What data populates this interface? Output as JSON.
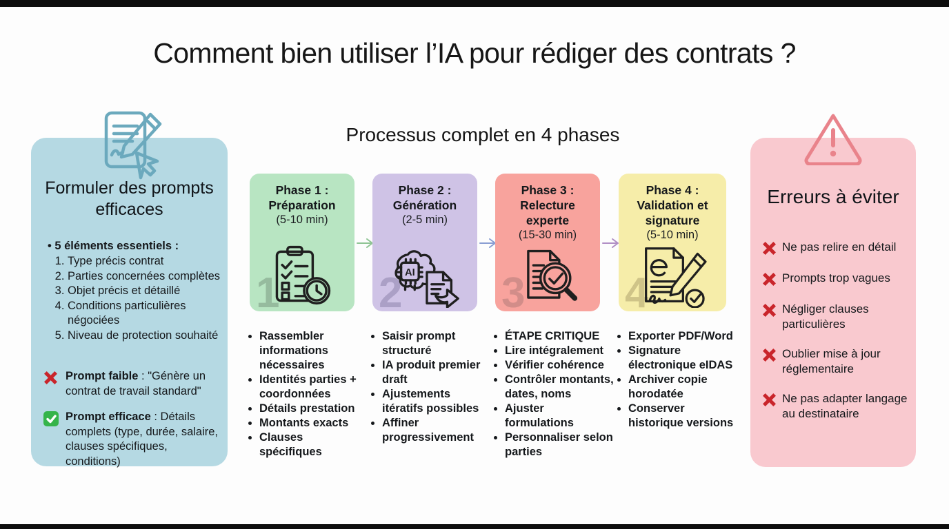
{
  "page": {
    "title": "Comment bien utiliser l’IA pour rédiger des contrats ?"
  },
  "left_panel": {
    "bg": "#b5d9e3",
    "icon": "document-pencil-cursor-icon",
    "icon_color": "#6ba9bd",
    "title": "Formuler des prompts efficaces",
    "essentials_heading": "5 éléments essentiels :",
    "essentials": [
      "Type précis contrat",
      "Parties concernées complètes",
      "Objet précis et détaillé",
      "Conditions particulières négociées",
      "Niveau de protection souhaité"
    ],
    "weak_prompt": {
      "icon": "x-cross-icon",
      "label": "Prompt faible",
      "text": " : \"Génère un contrat de travail standard\""
    },
    "good_prompt": {
      "icon": "check-square-icon",
      "label": "Prompt efficace",
      "text": " : Détails complets (type, durée, salaire, clauses spécifiques, conditions)"
    }
  },
  "process": {
    "heading": "Processus complet en 4 phases",
    "arrow_colors": [
      "#8fc494",
      "#8a9ed2",
      "#b18fc5"
    ],
    "phases": [
      {
        "number": "1",
        "label": "Phase 1 :",
        "name": "Préparation",
        "duration": "(5-10 min)",
        "icon": "clipboard-checklist-clock-icon",
        "bg": "#b8e5c2",
        "number_color": "#96bb9e",
        "bullets": [
          "Rassembler informations nécessaires",
          "Identités parties + coordonnées",
          "Détails prestation",
          "Montants exacts",
          "Clauses spécifiques"
        ]
      },
      {
        "number": "2",
        "label": "Phase 2 :",
        "name": "Génération",
        "duration": "(2-5 min)",
        "icon": "brain-ai-document-icon",
        "bg": "#cfc3e6",
        "number_color": "#aba0c6",
        "bullets": [
          "Saisir prompt structuré",
          "IA produit premier draft",
          "Ajustements itératifs possibles",
          "Affiner progressivement"
        ]
      },
      {
        "number": "3",
        "label": "Phase 3 :",
        "name": "Relecture experte",
        "duration": "(15-30 min)",
        "icon": "document-magnifier-check-icon",
        "bg": "#f8a39d",
        "number_color": "#d28d89",
        "bullets": [
          {
            "text": "ÉTAPE CRITIQUE",
            "bold": true
          },
          "Lire intégralement",
          "Vérifier cohérence",
          "Contrôler montants, dates, noms",
          "Ajuster formulations",
          "Personnaliser selon parties"
        ]
      },
      {
        "number": "4",
        "label": "Phase 4 :",
        "name": "Validation et signature",
        "duration": "(5-10 min)",
        "icon": "document-esignature-pen-icon",
        "bg": "#f6eda9",
        "number_color": "#cfc488",
        "bullets": [
          "Exporter PDF/Word",
          "Signature électronique eIDAS",
          "Archiver copie horodatée",
          "Conserver historique versions"
        ]
      }
    ]
  },
  "right_panel": {
    "bg": "#f9c9cf",
    "icon": "warning-triangle-icon",
    "icon_color": "#e9838b",
    "title": "Erreurs à éviter",
    "error_icon": "x-cross-icon",
    "errors": [
      "Ne pas relire en détail",
      "Prompts trop vagues",
      "Négliger clauses particulières",
      "Oublier mise à jour réglementaire",
      "Ne pas adapter langage au destinataire"
    ]
  }
}
